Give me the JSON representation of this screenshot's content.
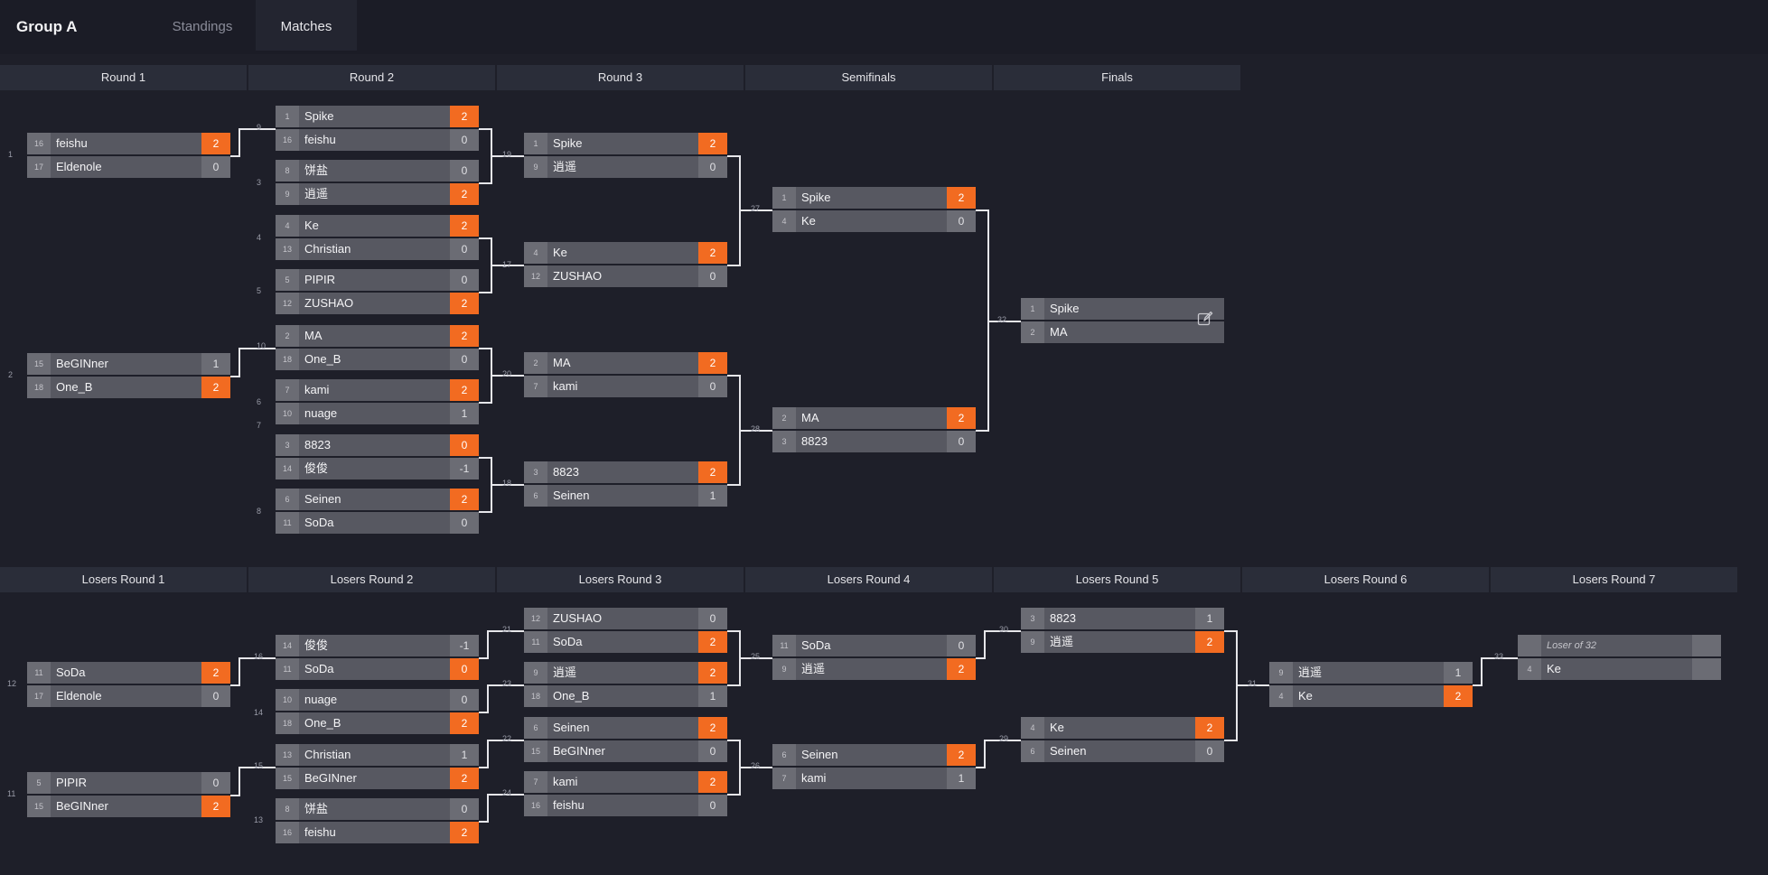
{
  "header": {
    "group_title": "Group A",
    "tabs": [
      "Standings",
      "Matches"
    ],
    "active_tab": "Matches"
  },
  "winners_rounds": [
    "Round 1",
    "Round 2",
    "Round 3",
    "Semifinals",
    "Finals"
  ],
  "losers_rounds": [
    "Losers Round 1",
    "Losers Round 2",
    "Losers Round 3",
    "Losers Round 4",
    "Losers Round 5",
    "Losers Round 6",
    "Losers Round 7"
  ],
  "colors": {
    "win": "#f26b21",
    "background": "#1e1f29",
    "cell": "#575861"
  },
  "finals_icon": "edit-icon",
  "matches": [
    {
      "id": "1",
      "teams": [
        {
          "seed": "16",
          "name": "feishu",
          "score": "2",
          "win": true
        },
        {
          "seed": "17",
          "name": "Eldenole",
          "score": "0",
          "win": false
        }
      ]
    },
    {
      "id": "2",
      "teams": [
        {
          "seed": "15",
          "name": "BeGINner",
          "score": "1",
          "win": false
        },
        {
          "seed": "18",
          "name": "One_B",
          "score": "2",
          "win": true
        }
      ]
    },
    {
      "id": "9",
      "teams": [
        {
          "seed": "1",
          "name": "Spike",
          "score": "2",
          "win": true
        },
        {
          "seed": "16",
          "name": "feishu",
          "score": "0",
          "win": false
        }
      ]
    },
    {
      "id": "3",
      "teams": [
        {
          "seed": "8",
          "name": "饼盐",
          "score": "0",
          "win": false
        },
        {
          "seed": "9",
          "name": "逍遥",
          "score": "2",
          "win": true
        }
      ]
    },
    {
      "id": "4",
      "teams": [
        {
          "seed": "4",
          "name": "Ke",
          "score": "2",
          "win": true
        },
        {
          "seed": "13",
          "name": "Christian",
          "score": "0",
          "win": false
        }
      ]
    },
    {
      "id": "5",
      "teams": [
        {
          "seed": "5",
          "name": "PIPIR",
          "score": "0",
          "win": false
        },
        {
          "seed": "12",
          "name": "ZUSHAO",
          "score": "2",
          "win": true
        }
      ]
    },
    {
      "id": "10",
      "teams": [
        {
          "seed": "2",
          "name": "MA",
          "score": "2",
          "win": true
        },
        {
          "seed": "18",
          "name": "One_B",
          "score": "0",
          "win": false
        }
      ]
    },
    {
      "id": "6",
      "teams": [
        {
          "seed": "7",
          "name": "kami",
          "score": "2",
          "win": true
        },
        {
          "seed": "10",
          "name": "nuage",
          "score": "1",
          "win": false
        }
      ]
    },
    {
      "id": "7",
      "teams": [
        {
          "seed": "3",
          "name": "8823",
          "score": "0",
          "win": true
        },
        {
          "seed": "14",
          "name": "俊俊",
          "score": "-1",
          "win": false
        }
      ]
    },
    {
      "id": "8",
      "teams": [
        {
          "seed": "6",
          "name": "Seinen",
          "score": "2",
          "win": true
        },
        {
          "seed": "11",
          "name": "SoDa",
          "score": "0",
          "win": false
        }
      ]
    },
    {
      "id": "19",
      "teams": [
        {
          "seed": "1",
          "name": "Spike",
          "score": "2",
          "win": true
        },
        {
          "seed": "9",
          "name": "逍遥",
          "score": "0",
          "win": false
        }
      ]
    },
    {
      "id": "17",
      "teams": [
        {
          "seed": "4",
          "name": "Ke",
          "score": "2",
          "win": true
        },
        {
          "seed": "12",
          "name": "ZUSHAO",
          "score": "0",
          "win": false
        }
      ]
    },
    {
      "id": "20",
      "teams": [
        {
          "seed": "2",
          "name": "MA",
          "score": "2",
          "win": true
        },
        {
          "seed": "7",
          "name": "kami",
          "score": "0",
          "win": false
        }
      ]
    },
    {
      "id": "18",
      "teams": [
        {
          "seed": "3",
          "name": "8823",
          "score": "2",
          "win": true
        },
        {
          "seed": "6",
          "name": "Seinen",
          "score": "1",
          "win": false
        }
      ]
    },
    {
      "id": "27",
      "teams": [
        {
          "seed": "1",
          "name": "Spike",
          "score": "2",
          "win": true
        },
        {
          "seed": "4",
          "name": "Ke",
          "score": "0",
          "win": false
        }
      ]
    },
    {
      "id": "28",
      "teams": [
        {
          "seed": "2",
          "name": "MA",
          "score": "2",
          "win": true
        },
        {
          "seed": "3",
          "name": "8823",
          "score": "0",
          "win": false
        }
      ]
    },
    {
      "id": "32",
      "teams": [
        {
          "seed": "1",
          "name": "Spike",
          "score": "",
          "win": false
        },
        {
          "seed": "2",
          "name": "MA",
          "score": "",
          "win": false
        }
      ]
    },
    {
      "id": "12",
      "teams": [
        {
          "seed": "11",
          "name": "SoDa",
          "score": "2",
          "win": true
        },
        {
          "seed": "17",
          "name": "Eldenole",
          "score": "0",
          "win": false
        }
      ]
    },
    {
      "id": "11",
      "teams": [
        {
          "seed": "5",
          "name": "PIPIR",
          "score": "0",
          "win": false
        },
        {
          "seed": "15",
          "name": "BeGINner",
          "score": "2",
          "win": true
        }
      ]
    },
    {
      "id": "16",
      "teams": [
        {
          "seed": "14",
          "name": "俊俊",
          "score": "-1",
          "win": false
        },
        {
          "seed": "11",
          "name": "SoDa",
          "score": "0",
          "win": true
        }
      ]
    },
    {
      "id": "14",
      "teams": [
        {
          "seed": "10",
          "name": "nuage",
          "score": "0",
          "win": false
        },
        {
          "seed": "18",
          "name": "One_B",
          "score": "2",
          "win": true
        }
      ]
    },
    {
      "id": "15",
      "teams": [
        {
          "seed": "13",
          "name": "Christian",
          "score": "1",
          "win": false
        },
        {
          "seed": "15",
          "name": "BeGINner",
          "score": "2",
          "win": true
        }
      ]
    },
    {
      "id": "13",
      "teams": [
        {
          "seed": "8",
          "name": "饼盐",
          "score": "0",
          "win": false
        },
        {
          "seed": "16",
          "name": "feishu",
          "score": "2",
          "win": true
        }
      ]
    },
    {
      "id": "21",
      "teams": [
        {
          "seed": "12",
          "name": "ZUSHAO",
          "score": "0",
          "win": false
        },
        {
          "seed": "11",
          "name": "SoDa",
          "score": "2",
          "win": true
        }
      ]
    },
    {
      "id": "23",
      "teams": [
        {
          "seed": "9",
          "name": "逍遥",
          "score": "2",
          "win": true
        },
        {
          "seed": "18",
          "name": "One_B",
          "score": "1",
          "win": false
        }
      ]
    },
    {
      "id": "22",
      "teams": [
        {
          "seed": "6",
          "name": "Seinen",
          "score": "2",
          "win": true
        },
        {
          "seed": "15",
          "name": "BeGINner",
          "score": "0",
          "win": false
        }
      ]
    },
    {
      "id": "24",
      "teams": [
        {
          "seed": "7",
          "name": "kami",
          "score": "2",
          "win": true
        },
        {
          "seed": "16",
          "name": "feishu",
          "score": "0",
          "win": false
        }
      ]
    },
    {
      "id": "25",
      "teams": [
        {
          "seed": "11",
          "name": "SoDa",
          "score": "0",
          "win": false
        },
        {
          "seed": "9",
          "name": "逍遥",
          "score": "2",
          "win": true
        }
      ]
    },
    {
      "id": "26",
      "teams": [
        {
          "seed": "6",
          "name": "Seinen",
          "score": "2",
          "win": true
        },
        {
          "seed": "7",
          "name": "kami",
          "score": "1",
          "win": false
        }
      ]
    },
    {
      "id": "30",
      "teams": [
        {
          "seed": "3",
          "name": "8823",
          "score": "1",
          "win": false
        },
        {
          "seed": "9",
          "name": "逍遥",
          "score": "2",
          "win": true
        }
      ]
    },
    {
      "id": "29",
      "teams": [
        {
          "seed": "4",
          "name": "Ke",
          "score": "2",
          "win": true
        },
        {
          "seed": "6",
          "name": "Seinen",
          "score": "0",
          "win": false
        }
      ]
    },
    {
      "id": "31",
      "teams": [
        {
          "seed": "9",
          "name": "逍遥",
          "score": "1",
          "win": false
        },
        {
          "seed": "4",
          "name": "Ke",
          "score": "2",
          "win": true
        }
      ]
    },
    {
      "id": "33",
      "teams": [
        {
          "seed": "",
          "name": "Loser of 32",
          "score": "",
          "win": false,
          "placeholder": true
        },
        {
          "seed": "4",
          "name": "Ke",
          "score": "",
          "win": false
        }
      ]
    }
  ]
}
